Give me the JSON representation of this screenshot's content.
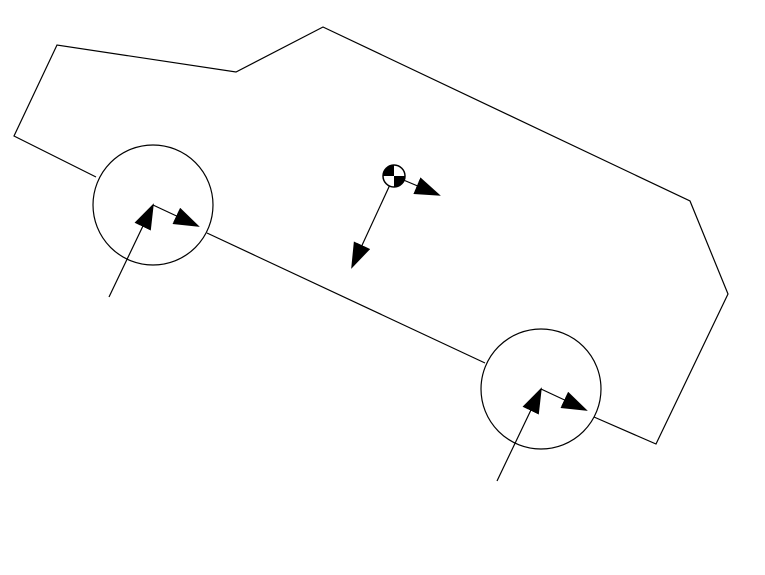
{
  "diagram": {
    "colors": {
      "background": "#ffffff",
      "stroke": "#000000"
    },
    "components": [
      {
        "name": "car-body-outline",
        "shape": "polyline"
      },
      {
        "name": "rear-wheel",
        "shape": "circle"
      },
      {
        "name": "front-wheel",
        "shape": "circle"
      },
      {
        "name": "center-of-mass-icon",
        "shape": "quartered-circle"
      },
      {
        "name": "rear-wheel-normal-force-arrow",
        "shape": "arrow"
      },
      {
        "name": "rear-wheel-friction-force-arrow",
        "shape": "arrow"
      },
      {
        "name": "front-wheel-normal-force-arrow",
        "shape": "arrow"
      },
      {
        "name": "front-wheel-friction-force-arrow",
        "shape": "arrow"
      },
      {
        "name": "gravity-force-arrow",
        "shape": "arrow"
      },
      {
        "name": "inertial-force-arrow",
        "shape": "arrow"
      }
    ]
  }
}
